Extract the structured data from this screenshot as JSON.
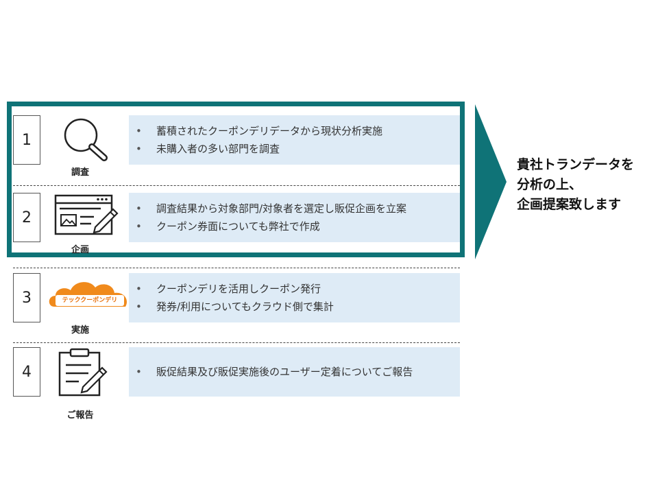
{
  "steps": [
    {
      "number": "1",
      "label": "調査",
      "icon": "magnifier-icon",
      "bullets": [
        "蓄積されたクーポンデリデータから現状分析実施",
        "未購入者の多い部門を調査"
      ]
    },
    {
      "number": "2",
      "label": "企画",
      "icon": "planning-browser-icon",
      "bullets": [
        "調査結果から対象部門/対象者を選定し販促企画を立案",
        "クーポン券面についても弊社で作成"
      ]
    },
    {
      "number": "3",
      "label": "実施",
      "icon": "coupon-deli-logo",
      "logo_text": "テッククーポンデリ",
      "bullets": [
        "クーポンデリを活用しクーポン発行",
        "発券/利用についてもクラウド側で集計"
      ]
    },
    {
      "number": "4",
      "label": "ご報告",
      "icon": "clipboard-report-icon",
      "bullets": [
        "販促結果及び販促実施後のユーザー定着についてご報告"
      ]
    }
  ],
  "conclusion": {
    "lines": [
      "貴社トランデータを",
      "分析の上、",
      "企画提案致します"
    ]
  },
  "colors": {
    "frame": "#0f7377",
    "arrow": "#0f7377",
    "desc_bg": "#deebf6",
    "logo_orange": "#f08a1c"
  }
}
